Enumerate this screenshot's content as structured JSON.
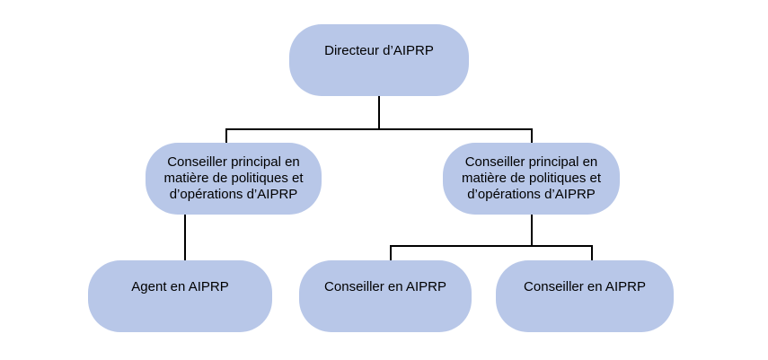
{
  "colors": {
    "background": "#ffffff",
    "node_fill": "#b8c7e8",
    "connector": "#000000",
    "text": "#000000"
  },
  "org_chart": {
    "type": "org-chart",
    "nodes": {
      "director": {
        "label": "Directeur d’AIPRP"
      },
      "principal_left": {
        "label": "Conseiller principal en matière de politiques et d’opérations d’AIPRP",
        "lines": [
          "Conseiller principal en",
          "matière de politiques et",
          "d’opérations d’AIPRP"
        ]
      },
      "principal_right": {
        "label": "Conseiller principal en matière de politiques et d’opérations d’AIPRP",
        "lines": [
          "Conseiller principal en",
          "matière de politiques et",
          "d’opérations d’AIPRP"
        ]
      },
      "agent": {
        "label": "Agent en AIPRP"
      },
      "conseiller_1": {
        "label": "Conseiller en AIPRP"
      },
      "conseiller_2": {
        "label": "Conseiller en AIPRP"
      }
    },
    "edges": [
      {
        "from": "director",
        "to": "principal_left"
      },
      {
        "from": "director",
        "to": "principal_right"
      },
      {
        "from": "principal_left",
        "to": "agent"
      },
      {
        "from": "principal_right",
        "to": "conseiller_1"
      },
      {
        "from": "principal_right",
        "to": "conseiller_2"
      }
    ]
  }
}
